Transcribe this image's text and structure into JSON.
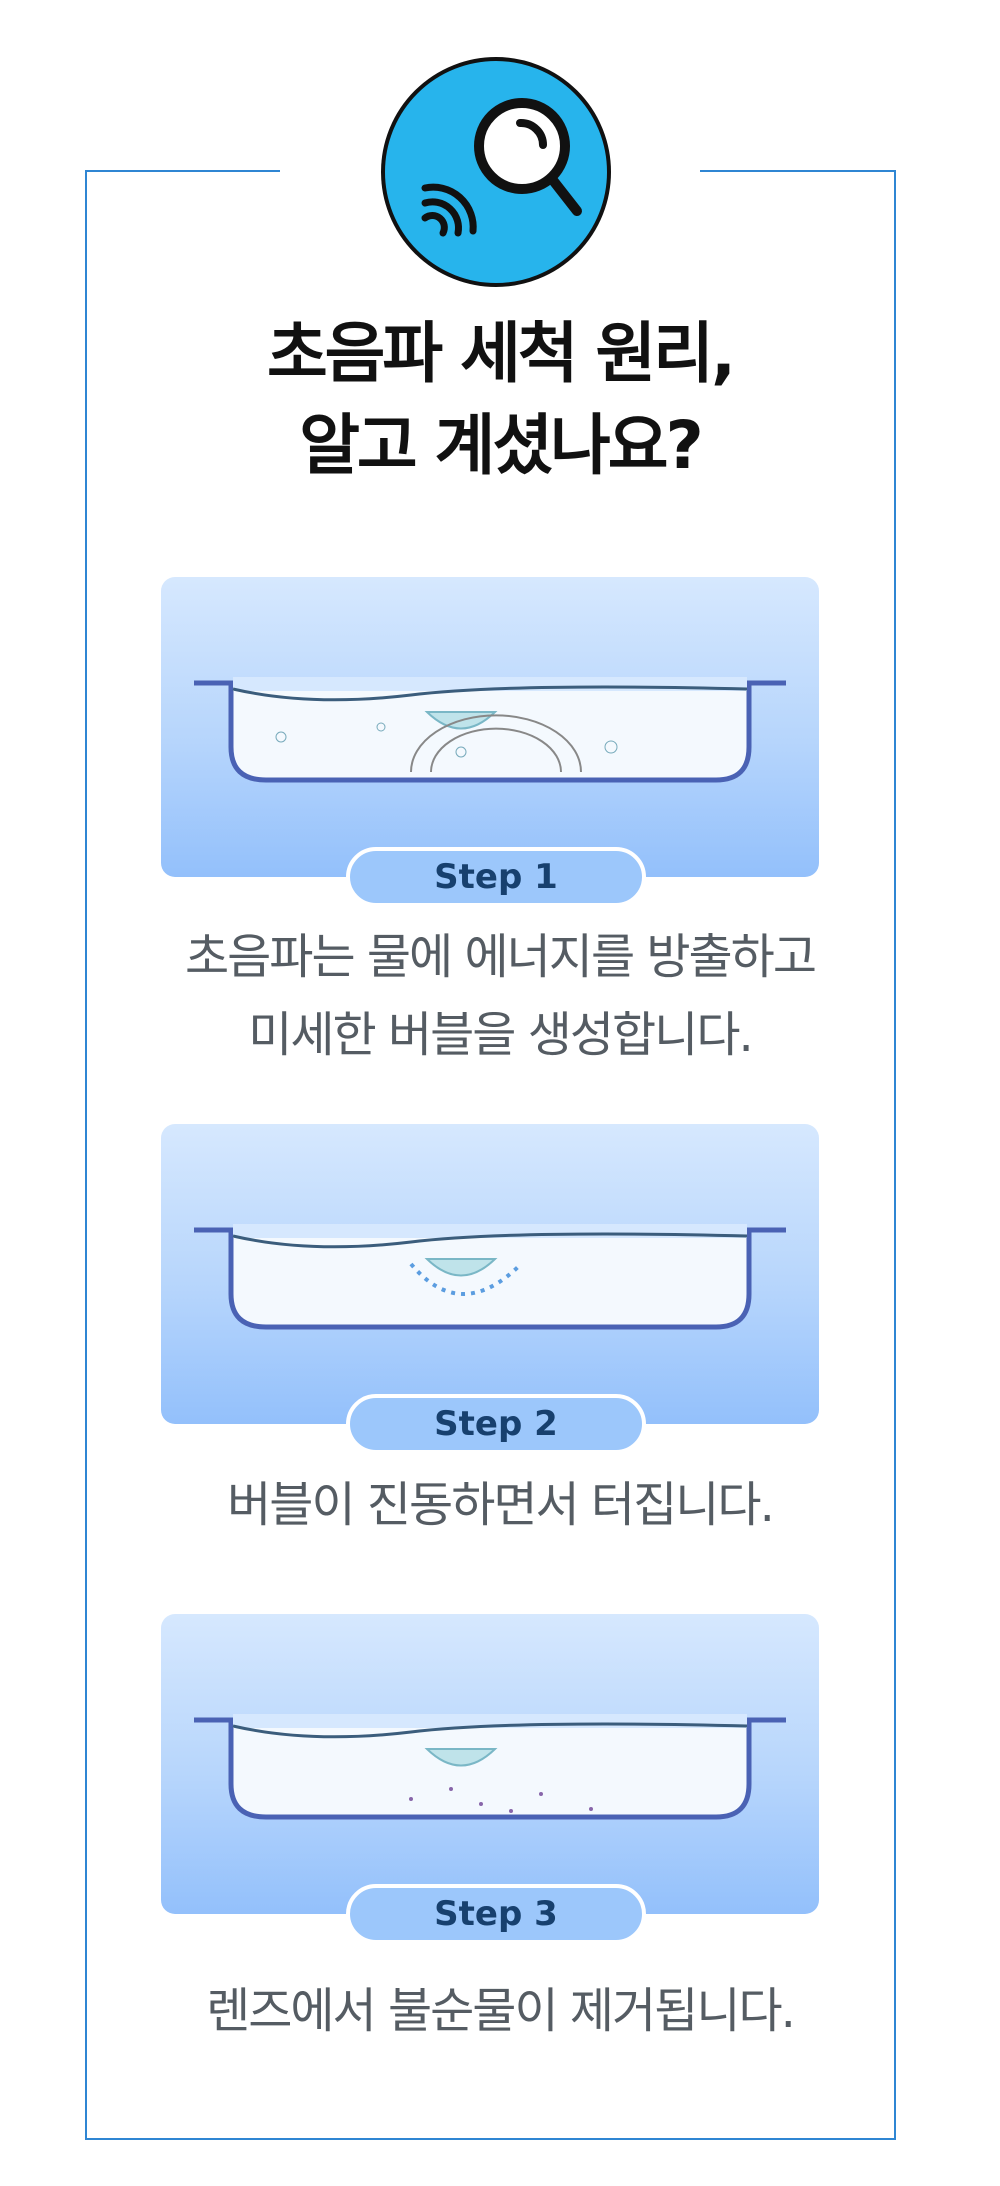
{
  "header": {
    "icon": "magnifier-ultrasonic-icon",
    "title_line1": "초음파 세척 원리,",
    "title_line2": "알고 계셨나요?"
  },
  "steps": [
    {
      "label": "Step 1",
      "desc_line1": "초음파는 물에 에너지를 방출하고",
      "desc_line2": "미세한 버블을 생성합니다."
    },
    {
      "label": "Step 2",
      "desc_line1": "버블이 진동하면서 터집니다."
    },
    {
      "label": "Step 3",
      "desc_line1": "렌즈에서 불순물이 제거됩니다."
    }
  ],
  "colors": {
    "accent": "#27b4ec",
    "frame": "#2f86d3",
    "pill_text": "#17406e"
  }
}
